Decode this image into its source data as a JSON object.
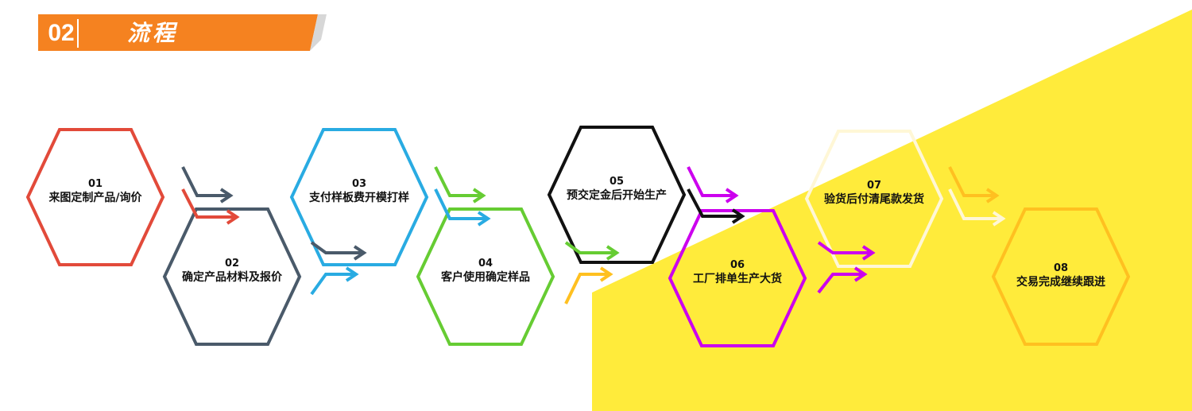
{
  "header": {
    "number": "02",
    "title": "流程",
    "bg_color": "#f58220",
    "divider_color": "#ffffff"
  },
  "background": {
    "accent_color": "#ffeb3b"
  },
  "steps": [
    {
      "num": "01",
      "text": "来图定制产品/询价",
      "color": "#e24a3a"
    },
    {
      "num": "02",
      "text": "确定产品材料及报价",
      "color": "#4a5a6a"
    },
    {
      "num": "03",
      "text": "支付样板费开模打样",
      "color": "#29abe2"
    },
    {
      "num": "04",
      "text": "客户使用确定样品",
      "color": "#66cc33"
    },
    {
      "num": "05",
      "text": "预交定金后开始生产",
      "color": "#111111"
    },
    {
      "num": "06",
      "text": "工厂排单生产大货",
      "color": "#cc00ee"
    },
    {
      "num": "07",
      "text": "验货后付清尾款发货",
      "color": "#fff7d6"
    },
    {
      "num": "08",
      "text": "交易完成继续跟进",
      "color": "#ffc020"
    }
  ]
}
